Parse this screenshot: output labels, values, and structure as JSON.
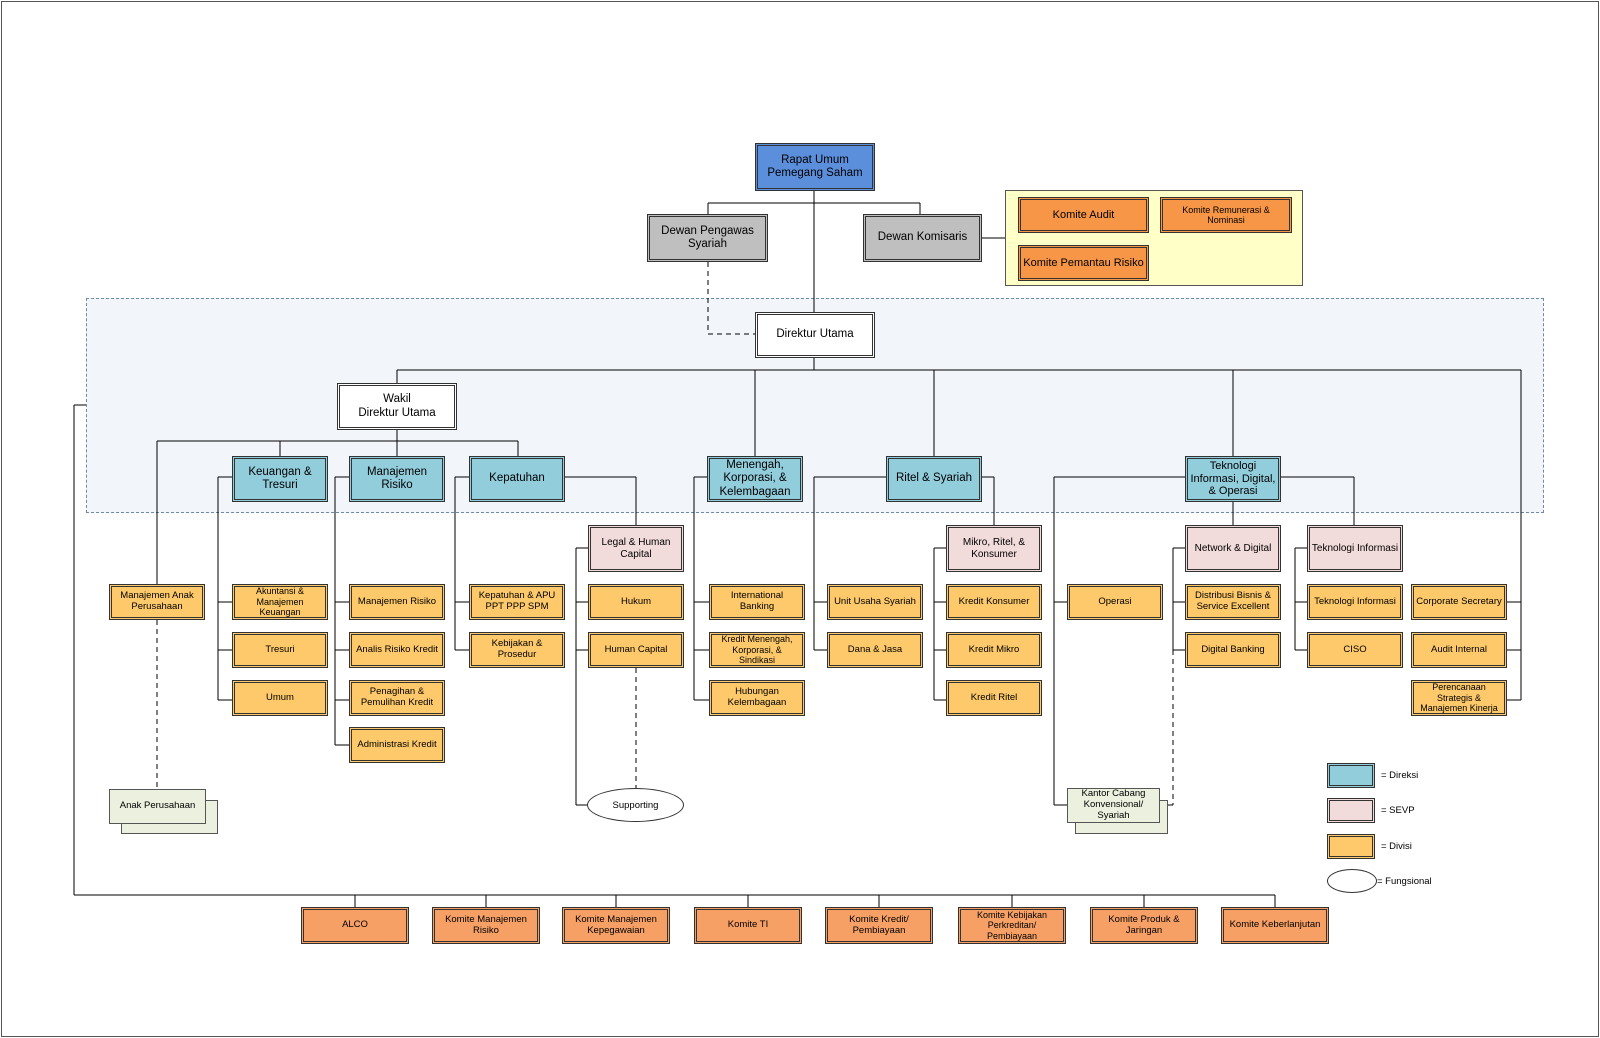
{
  "governance": {
    "rups": "Rapat Umum\nPemegang Saham",
    "dps": "Dewan Pengawas\nSyariah",
    "dekom": "Dewan Komisaris",
    "committees": {
      "audit": "Komite Audit",
      "remunerasi": "Komite Remunerasi &\nNominasi",
      "pemantau_risiko": "Komite Pemantau Risiko"
    }
  },
  "direksi": {
    "dirut": "Direktur Utama",
    "wadirut": "Wakil\nDirektur Utama",
    "keuangan": "Keuangan &\nTresuri",
    "risiko": "Manajemen\nRisiko",
    "kepatuhan": "Kepatuhan",
    "menengah": "Menengah,\nKorporasi, &\nKelembagaan",
    "ritel": "Ritel & Syariah",
    "ti": "Teknologi\nInformasi, Digital,\n& Operasi"
  },
  "sevp": {
    "legal": "Legal & Human\nCapital",
    "mikro": "Mikro, Ritel, &\nKonsumer",
    "network": "Network & Digital",
    "teknologi": "Teknologi Informasi"
  },
  "divisi": {
    "anak_mgmt": "Manajemen Anak\nPerusahaan",
    "akuntansi": "Akuntansi &\nManajemen\nKeuangan",
    "tresuri": "Tresuri",
    "umum": "Umum",
    "mrisiko": "Manajemen Risiko",
    "analis": "Analis Risiko Kredit",
    "penagihan": "Penagihan &\nPemulihan Kredit",
    "adminkredit": "Administrasi Kredit",
    "kepatuhan_apu": "Kepatuhan & APU\nPPT PPP SPM",
    "kebijakan": "Kebijakan &\nProsedur",
    "hukum": "Hukum",
    "hc": "Human Capital",
    "intl": "International\nBanking",
    "kredit_menengah": "Kredit Menengah,\nKorporasi, &\nSindikasi",
    "hubungan": "Hubungan\nKelembagaan",
    "uus": "Unit Usaha Syariah",
    "dana": "Dana & Jasa",
    "konsumer": "Kredit Konsumer",
    "kmikro": "Kredit Mikro",
    "kritel": "Kredit Ritel",
    "operasi": "Operasi",
    "distribusi": "Distribusi Bisnis &\nService Excellent",
    "digital": "Digital Banking",
    "tidiv": "Teknologi Informasi",
    "ciso": "CISO",
    "corsec": "Corporate Secretary",
    "audit_internal": "Audit Internal",
    "perencanaan": "Perencanaan\nStrategis &\nManajemen Kinerja"
  },
  "other": {
    "anak": "Anak Perusahaan",
    "supporting": "Supporting",
    "kantor": "Kantor Cabang\nKonvensional/\nSyariah"
  },
  "committees_bottom": [
    "ALCO",
    "Komite Manajemen\nRisiko",
    "Komite Manajemen\nKepegawaian",
    "Komite TI",
    "Komite Kredit/\nPembiayaan",
    "Komite Kebijakan\nPerkreditan/\nPembiayaan",
    "Komite Produk &\nJaringan",
    "Komite Keberlanjutan"
  ],
  "legend": {
    "direksi": "= Direksi",
    "sevp": "= SEVP",
    "divisi": "= Divisi",
    "fungsional": "= Fungsional"
  },
  "colors": {
    "rups": "#5b8fdc",
    "dewan": "#bfbfbf",
    "direksi": "#92cddc",
    "sevp": "#f2dcdb",
    "divisi": "#fdc96a",
    "komite": "#f7a066"
  }
}
